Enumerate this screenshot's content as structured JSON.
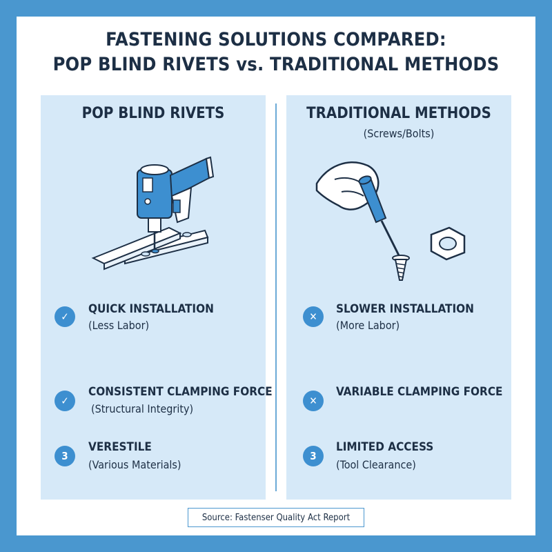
{
  "title": {
    "line1": "FASTENING SOLUTIONS COMPARED:",
    "line2": "POP BLIND RIVETS vs. TRADITIONAL METHODS"
  },
  "colors": {
    "frame": "#4a97cf",
    "panel": "#d6e9f8",
    "accent": "#3d8fd0",
    "text": "#1d2f45"
  },
  "left": {
    "title": "POP BLIND RIVETS",
    "illustration_icon": "rivet-gun-icon",
    "items": [
      {
        "icon": "check-icon",
        "glyph": "✓",
        "head": "QUICK INSTALLATION",
        "sub": "(Less Labor)"
      },
      {
        "icon": "check-icon",
        "glyph": "✓",
        "head": "CONSISTENT CLAMPING FORCE",
        "sub": "(Structural Integrity)"
      },
      {
        "icon": "number-3-icon",
        "glyph": "3",
        "head": "VERESTILE",
        "sub": "(Various Materials)"
      }
    ]
  },
  "right": {
    "title": "TRADITIONAL METHODS",
    "subtitle": "(Screws/Bolts)",
    "illustration_icon": "screwdriver-screw-nut-icon",
    "items": [
      {
        "icon": "x-icon",
        "glyph": "✕",
        "head": "SLOWER INSTALLATION",
        "sub": "(More Labor)"
      },
      {
        "icon": "x-icon",
        "glyph": "✕",
        "head": "VARIABLE CLAMPING FORCE",
        "sub": ""
      },
      {
        "icon": "number-3-icon",
        "glyph": "3",
        "head": "LIMITED ACCESS",
        "sub": "(Tool Clearance)"
      }
    ]
  },
  "source": "Source: Fastenser Quality Act Report"
}
